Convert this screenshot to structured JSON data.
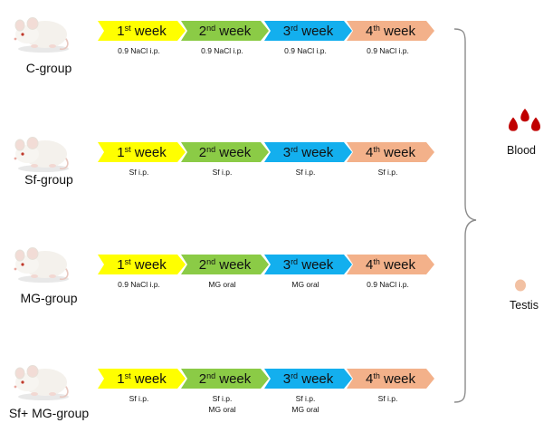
{
  "colors": {
    "week1": "#ffff00",
    "week2": "#8bcb46",
    "week3": "#13afee",
    "week4": "#f3b18a",
    "blood": "#c00000",
    "testis": "#f2c1a3",
    "brace": "#8c8c8c"
  },
  "weeks": [
    {
      "num": "1",
      "suffix": "st",
      "word": "week"
    },
    {
      "num": "2",
      "suffix": "nd",
      "word": "week"
    },
    {
      "num": "3",
      "suffix": "rd",
      "word": "week"
    },
    {
      "num": "4",
      "suffix": "th",
      "word": "week"
    }
  ],
  "groups": [
    {
      "label": "C-group",
      "treatments": [
        [
          "0.9 NaCl i.p."
        ],
        [
          "0.9 NaCl i.p."
        ],
        [
          "0.9 NaCl i.p."
        ],
        [
          "0.9 NaCl i.p."
        ]
      ]
    },
    {
      "label": "Sf-group",
      "treatments": [
        [
          "Sf i.p."
        ],
        [
          "Sf i.p."
        ],
        [
          "Sf i.p."
        ],
        [
          "Sf i.p."
        ]
      ]
    },
    {
      "label": "MG-group",
      "treatments": [
        [
          "0.9 NaCl i.p."
        ],
        [
          "MG oral"
        ],
        [
          "MG oral"
        ],
        [
          "0.9 NaCl i.p."
        ]
      ]
    },
    {
      "label": "Sf+ MG-group",
      "treatments": [
        [
          "Sf i.p."
        ],
        [
          "Sf i.p.",
          "MG oral"
        ],
        [
          "Sf i.p.",
          "MG oral"
        ],
        [
          "Sf i.p."
        ]
      ]
    }
  ],
  "outcomes": {
    "blood": {
      "label": "Blood",
      "icon": "blood-drops-icon"
    },
    "testis": {
      "label": "Testis",
      "icon": "testis-icon"
    }
  }
}
